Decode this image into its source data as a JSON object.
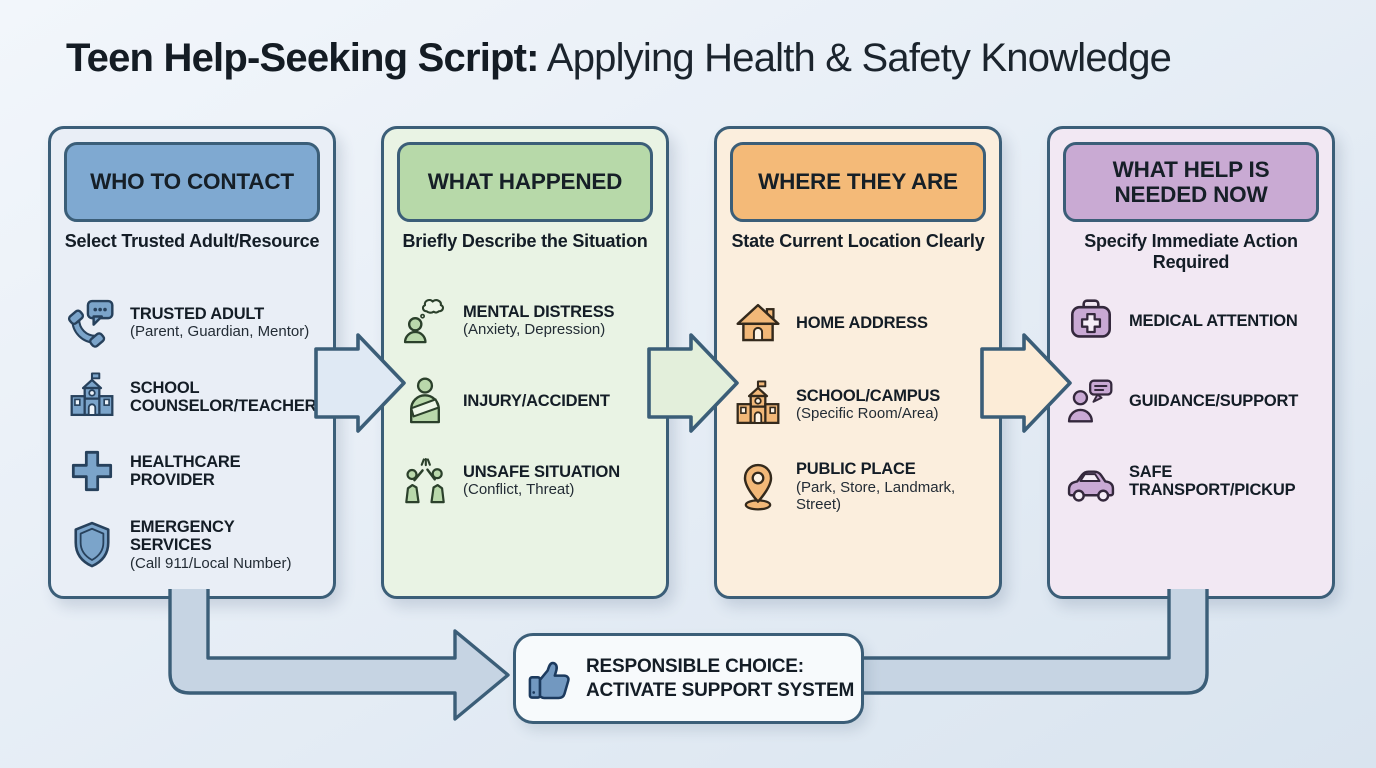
{
  "title": {
    "lead": "Teen Help-Seeking Script:",
    "rest": " Applying Health & Safety Knowledge"
  },
  "columns": [
    {
      "header": "WHO TO CONTACT",
      "subtitle": "Select Trusted Adult/Resource",
      "header_color": "#7fa9d1",
      "body_color": "#e9eef6",
      "items": [
        {
          "icon": "phone-chat-icon",
          "title": "TRUSTED ADULT",
          "detail": "(Parent, Guardian, Mentor)"
        },
        {
          "icon": "school-building-icon",
          "title": "SCHOOL COUNSELOR/TEACHER",
          "detail": ""
        },
        {
          "icon": "medical-cross-icon",
          "title": "HEALTHCARE PROVIDER",
          "detail": ""
        },
        {
          "icon": "shield-icon",
          "title": "EMERGENCY SERVICES",
          "detail": "(Call 911/Local Number)"
        }
      ]
    },
    {
      "header": "WHAT HAPPENED",
      "subtitle": "Briefly Describe the Situation",
      "header_color": "#b7d9a9",
      "body_color": "#e9f3e4",
      "items": [
        {
          "icon": "person-thought-icon",
          "title": "MENTAL DISTRESS",
          "detail": "(Anxiety, Depression)"
        },
        {
          "icon": "person-sling-icon",
          "title": "INJURY/ACCIDENT",
          "detail": ""
        },
        {
          "icon": "people-conflict-icon",
          "title": "UNSAFE SITUATION",
          "detail": "(Conflict, Threat)"
        }
      ]
    },
    {
      "header": "WHERE THEY ARE",
      "subtitle": "State Current Location Clearly",
      "header_color": "#f4ba78",
      "body_color": "#fbeedd",
      "items": [
        {
          "icon": "house-icon",
          "title": "HOME ADDRESS",
          "detail": ""
        },
        {
          "icon": "school-campus-icon",
          "title": "SCHOOL/CAMPUS",
          "detail": "(Specific Room/Area)"
        },
        {
          "icon": "map-pin-icon",
          "title": "PUBLIC PLACE",
          "detail": "(Park, Store, Landmark, Street)"
        }
      ]
    },
    {
      "header": "WHAT HELP IS NEEDED NOW",
      "subtitle": "Specify Immediate Action Required",
      "header_color": "#c9aad3",
      "body_color": "#f2e8f3",
      "items": [
        {
          "icon": "first-aid-kit-icon",
          "title": "MEDICAL ATTENTION",
          "detail": ""
        },
        {
          "icon": "person-chat-icon",
          "title": "GUIDANCE/SUPPORT",
          "detail": ""
        },
        {
          "icon": "car-icon",
          "title": "SAFE TRANSPORT/PICKUP",
          "detail": ""
        }
      ]
    }
  ],
  "footer": {
    "icon": "thumbs-up-icon",
    "line1": "RESPONSIBLE CHOICE:",
    "line2": "ACTIVATE SUPPORT SYSTEM"
  },
  "colors": {
    "border": "#3b5e78",
    "arrow1_fill": "#dfe9f4",
    "arrow2_fill": "#e3efdb",
    "arrow3_fill": "#fcecd7",
    "pipe_fill": "#c6d4e3",
    "footer_bg": "#f7fafc",
    "background": "#e7eef6"
  }
}
